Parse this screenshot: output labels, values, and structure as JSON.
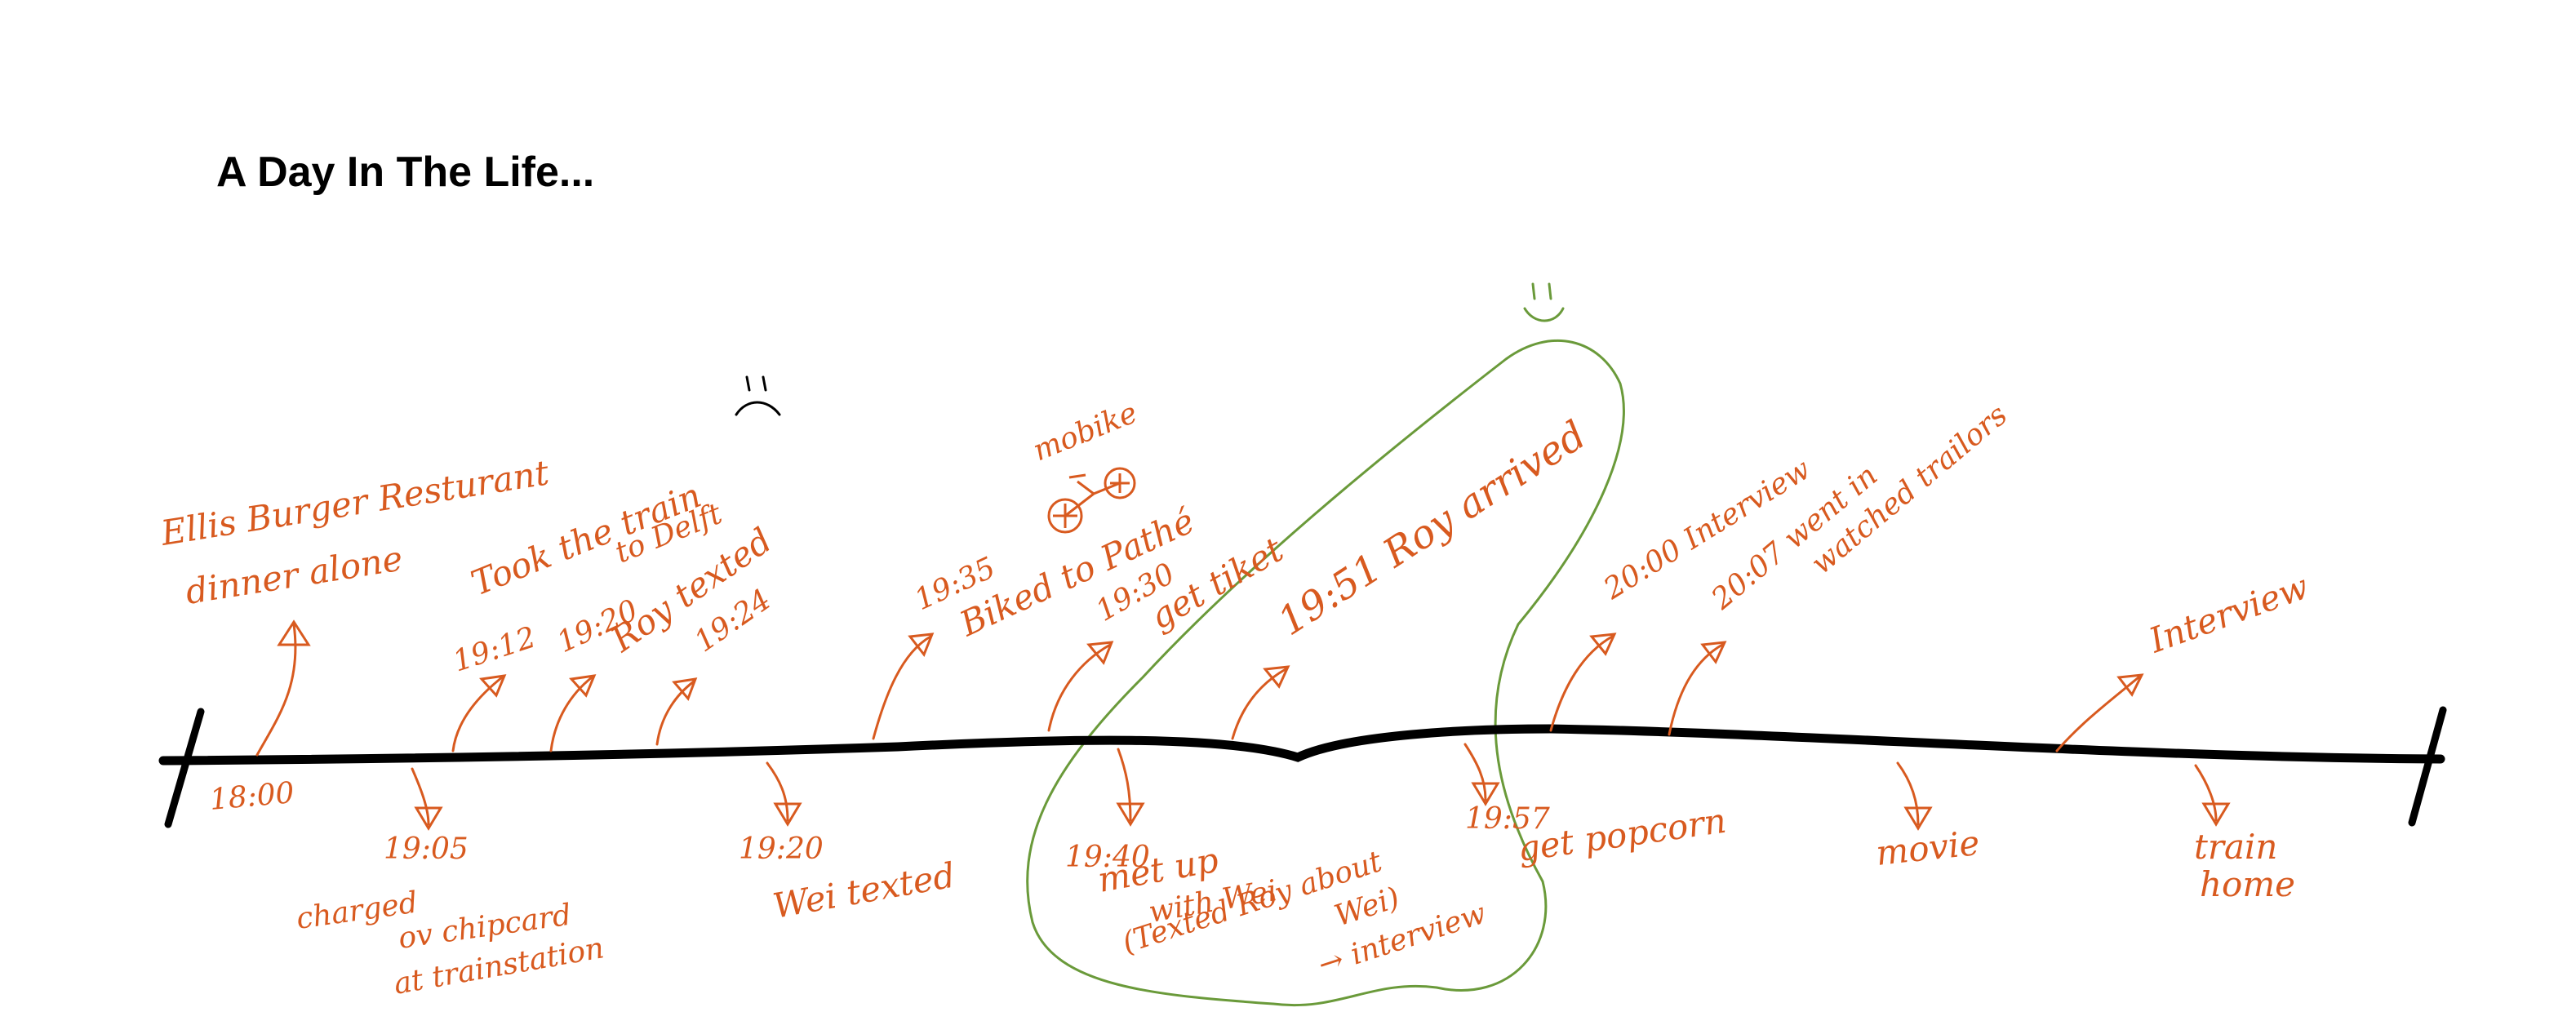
{
  "title": "A Day In The Life...",
  "colors": {
    "ink": "#000000",
    "annotation": "#d85a1f",
    "highlight": "#6a9a3a",
    "paper": "#ffffff"
  },
  "above": {
    "ellis_1": "Ellis Burger Resturant",
    "ellis_2": "dinner alone",
    "t1912": "19:12",
    "train_1": "Took the train",
    "train_2": "to Delft",
    "t1920a": "19:20",
    "roy_texted": "Roy texted",
    "t1924": "19:24",
    "mobike": "mobike",
    "t1935": "19:35",
    "biked": "Biked to Pathé",
    "t1930": "19:30",
    "get_ticket": "get tiket",
    "roy_arrived": "19:51 Roy arrived",
    "interview_2000": "20:00 Interview",
    "went_in": "20:07 went in",
    "watched": "watched trailors",
    "interview": "Interview"
  },
  "below": {
    "t1800": "18:00",
    "t1905": "19:05",
    "charged_1": "charged",
    "charged_2": "ov chipcard",
    "charged_3": "at trainstation",
    "t1920b": "19:20",
    "wei_texted": "Wei texted",
    "met_1": "19:40",
    "met_2": "met up",
    "met_3": "with Wei",
    "met_4": "(Texted Roy about",
    "met_5": "Wei)",
    "met_6": "→ interview",
    "t1957": "19:57",
    "popcorn": "get popcorn",
    "movie": "movie",
    "home_1": "train",
    "home_2": "home"
  },
  "faces": {
    "sad": "sad-face",
    "happy": "happy-face",
    "bike": "bicycle-icon"
  }
}
